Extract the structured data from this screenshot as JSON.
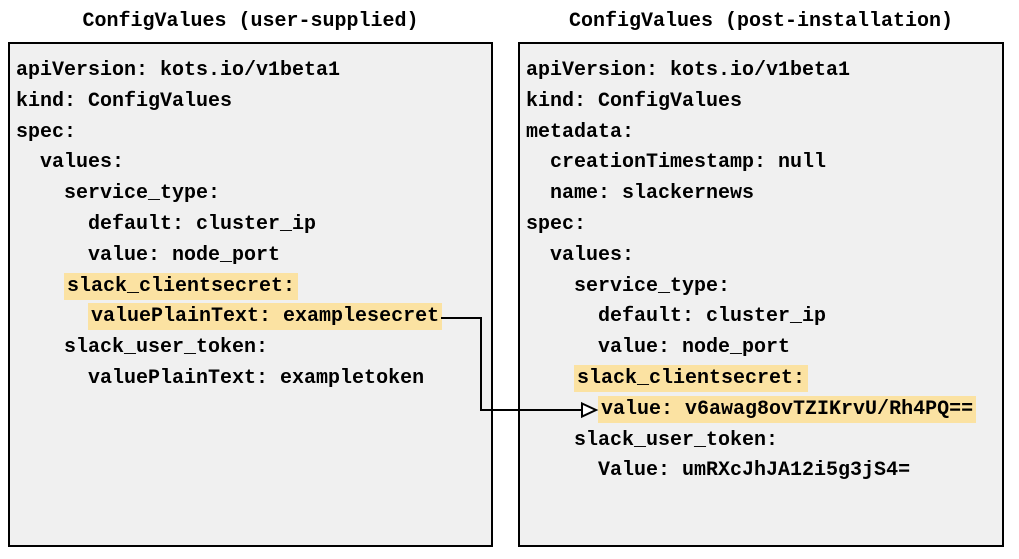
{
  "panels": {
    "left": {
      "title": "ConfigValues (user-supplied)",
      "lines": [
        {
          "indent": "",
          "text": "apiVersion: kots.io/v1beta1",
          "highlight": false
        },
        {
          "indent": "",
          "text": "kind: ConfigValues",
          "highlight": false
        },
        {
          "indent": "",
          "text": "spec:",
          "highlight": false
        },
        {
          "indent": "  ",
          "text": "values:",
          "highlight": false
        },
        {
          "indent": "    ",
          "text": "service_type:",
          "highlight": false
        },
        {
          "indent": "      ",
          "text": "default: cluster_ip",
          "highlight": false
        },
        {
          "indent": "      ",
          "text": "value: node_port",
          "highlight": false
        },
        {
          "indent": "    ",
          "text": "slack_clientsecret:",
          "highlight": true
        },
        {
          "indent": "      ",
          "text": "valuePlainText: examplesecret",
          "highlight": true
        },
        {
          "indent": "    ",
          "text": "slack_user_token:",
          "highlight": false
        },
        {
          "indent": "      ",
          "text": "valuePlainText: exampletoken",
          "highlight": false
        }
      ]
    },
    "right": {
      "title": "ConfigValues (post-installation)",
      "lines": [
        {
          "indent": "",
          "text": "apiVersion: kots.io/v1beta1",
          "highlight": false
        },
        {
          "indent": "",
          "text": "kind: ConfigValues",
          "highlight": false
        },
        {
          "indent": "",
          "text": "metadata:",
          "highlight": false
        },
        {
          "indent": "  ",
          "text": "creationTimestamp: null",
          "highlight": false
        },
        {
          "indent": "  ",
          "text": "name: slackernews",
          "highlight": false
        },
        {
          "indent": "",
          "text": "spec:",
          "highlight": false
        },
        {
          "indent": "  ",
          "text": "values:",
          "highlight": false
        },
        {
          "indent": "    ",
          "text": "service_type:",
          "highlight": false
        },
        {
          "indent": "      ",
          "text": "default: cluster_ip",
          "highlight": false
        },
        {
          "indent": "      ",
          "text": "value: node_port",
          "highlight": false
        },
        {
          "indent": "    ",
          "text": "slack_clientsecret:",
          "highlight": true
        },
        {
          "indent": "      ",
          "text": "value: v6awag8ovTZIKrvU/Rh4PQ==",
          "highlight": true
        },
        {
          "indent": "    ",
          "text": "slack_user_token:",
          "highlight": false
        },
        {
          "indent": "      ",
          "text": "Value: umRXcJhJA12i5g3jS4=",
          "highlight": false
        }
      ]
    }
  },
  "colors": {
    "highlight": "#fbe2a2",
    "panel_background": "#f0f0f0",
    "border": "#000000",
    "text": "#000000",
    "arrow": "#000000"
  }
}
